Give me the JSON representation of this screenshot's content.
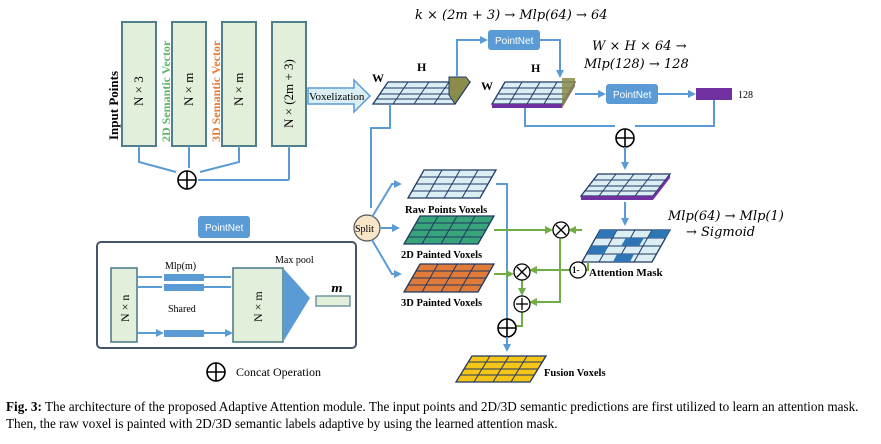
{
  "formulas": {
    "top": "k × (2m + 3) → Mlp(64) → 64",
    "mid_line1": "W × H × 64 →",
    "mid_line2": "Mlp(128) → 128",
    "right_line1": "Mlp(64) → Mlp(1)",
    "right_line2": "→ Sigmoid"
  },
  "input": {
    "input_points_label": "Input Points",
    "col1": "N × 3",
    "sem2d_label": "2D Semantic Vector",
    "col2": "N × m",
    "sem3d_label": "3D Semantic Vector",
    "col3": "N × m",
    "col4": "N × (2m + 3)"
  },
  "voxelization_label": "Voxelization",
  "grid_labels": {
    "w": "W",
    "h": "H",
    "w2": "W",
    "h2": "H"
  },
  "pointnet_label": "PointNet",
  "output_128_label": "128",
  "split_label": "Split",
  "voxels": {
    "raw": "Raw Points Voxels",
    "painted2d": "2D Painted Voxels",
    "painted3d": "3D Painted Voxels",
    "fusion": "Fusion Voxels"
  },
  "attention_mask_label": "Attention Mask",
  "one_minus_label": "1-",
  "pointnet_box": {
    "title": "PointNet",
    "in_label": "N × n",
    "mlp_label": "Mlp(m)",
    "shared_label": "Shared",
    "mid_label": "N × m",
    "maxpool_label": "Max pool",
    "out_label": "m"
  },
  "legend_concat": "Concat Operation",
  "caption": {
    "fig_label": "Fig. 3:",
    "text": " The architecture of the proposed Adaptive Attention module. The input points and 2D/3D semantic predictions are first utilized to learn an attention mask. Then, the raw voxel is painted with 2D/3D semantic labels adaptive by using the learned attention mask."
  },
  "colors": {
    "blue_line": "#5b9bd5",
    "green_line": "#70ad47",
    "grid_light": "#dbeef4",
    "grid_stroke": "#1f3864",
    "green_grid": "#37a47a",
    "orange_grid": "#e07b39",
    "yellow_grid": "#f5c518",
    "purple": "#7030a0",
    "pointnet_fill": "#5b9bd5",
    "olive": "#8b8b4b"
  }
}
